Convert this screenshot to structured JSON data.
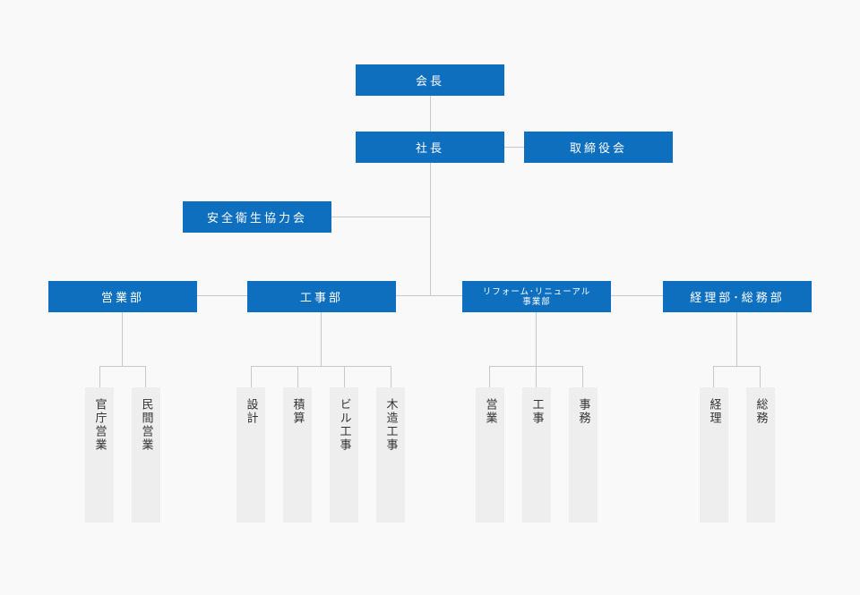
{
  "org": {
    "chairman": "会長",
    "president": "社長",
    "board": "取締役会",
    "safety_council": "安全衛生協力会",
    "departments": {
      "sales": {
        "label": "営業部",
        "sections": [
          "官庁営業",
          "民間営業"
        ]
      },
      "construction": {
        "label": "工事部",
        "sections": [
          "設計",
          "積算",
          "ビル工事",
          "木造工事"
        ]
      },
      "reform": {
        "label_line1": "リフォーム･リニューアル",
        "label_line2": "事業部",
        "sections": [
          "営業",
          "工事",
          "事務"
        ]
      },
      "accounting": {
        "label": "経理部･総務部",
        "sections": [
          "経理",
          "総務"
        ]
      }
    }
  },
  "colors": {
    "box": "#0f6fbf",
    "column": "#eeeeee",
    "line": "#c8c8c8",
    "background": "#f9f9f9"
  }
}
